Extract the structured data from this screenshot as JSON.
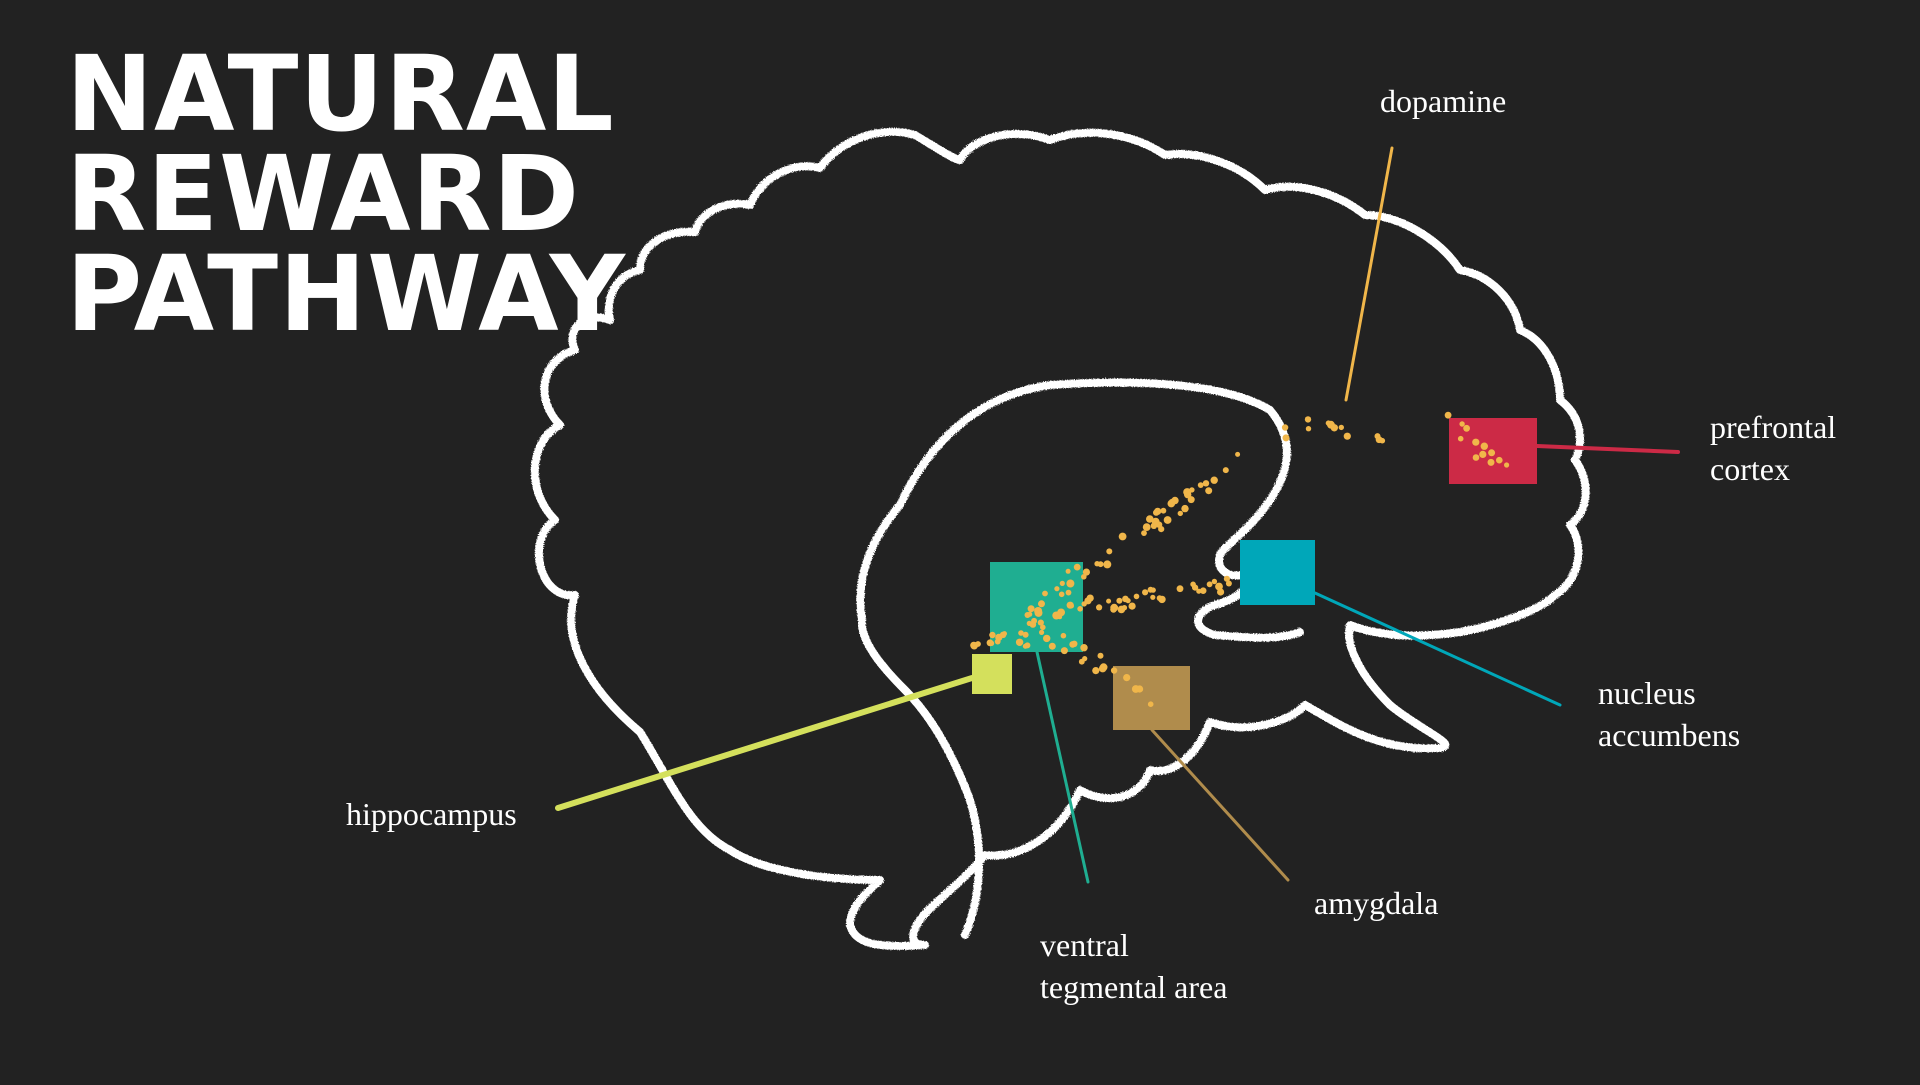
{
  "title": {
    "line1": "NATURAL",
    "line2": "REWARD",
    "line3": "PATHWAY"
  },
  "labels": {
    "dopamine": "dopamine",
    "prefrontal_line1": "prefrontal",
    "prefrontal_line2": "cortex",
    "nucleus_line1": "nucleus",
    "nucleus_line2": "accumbens",
    "hippocampus": "hippocampus",
    "amygdala": "amygdala",
    "vta_line1": "ventral",
    "vta_line2": "tegmental area"
  },
  "colors": {
    "background": "#222222",
    "outline": "#ffffff",
    "dopamine": "#f0b64a",
    "prefrontal_cortex": "#cc2a46",
    "nucleus_accumbens": "#00a7b9",
    "ventral_tegmental_area": "#1fae91",
    "hippocampus": "#d4e05c",
    "amygdala": "#b08c4c"
  }
}
